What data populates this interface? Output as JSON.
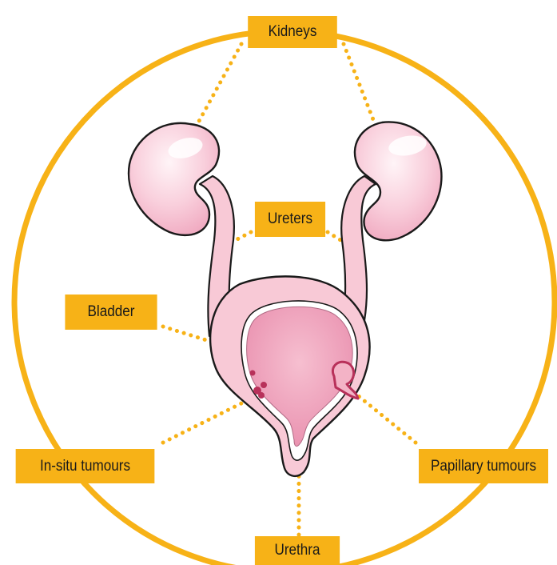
{
  "labels": {
    "kidneys": "Kidneys",
    "ureters": "Ureters",
    "bladder": "Bladder",
    "in_situ_tumours": "In-situ tumours",
    "papillary_tumours": "Papillary tumours",
    "urethra": "Urethra"
  },
  "colors": {
    "accent": "#f7b217",
    "organ_fill": "#f8c9d6",
    "organ_highlight": "#fdeef3",
    "bladder_inner": "#efa3bd",
    "tumour": "#b8315a",
    "outline": "#1a1a1a"
  }
}
